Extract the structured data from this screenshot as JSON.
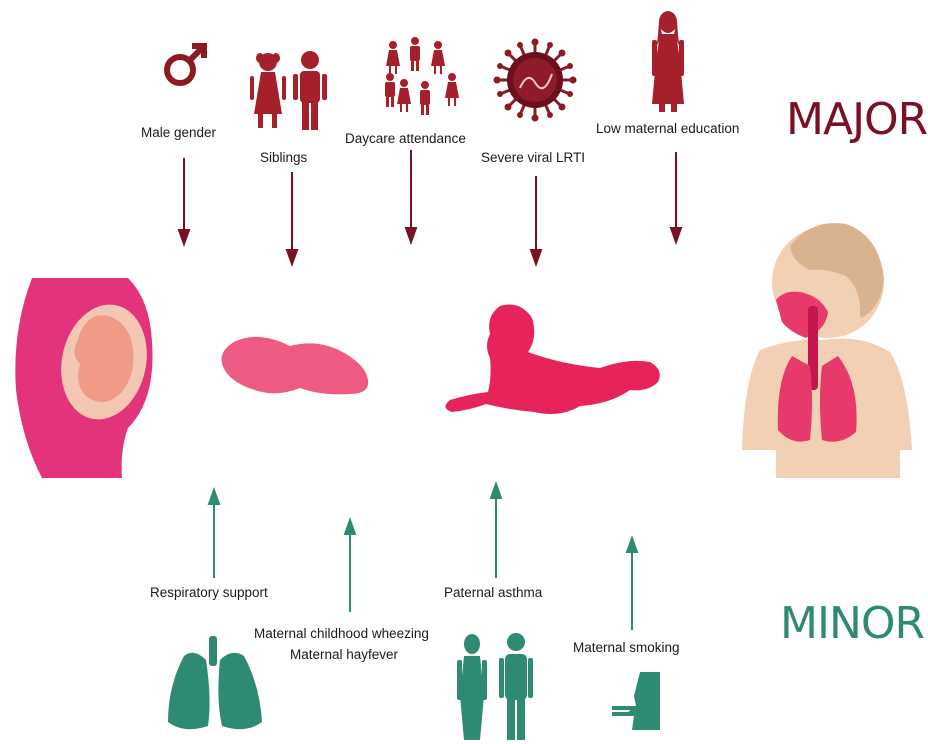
{
  "colors": {
    "major": "#7a1021",
    "minor": "#2e8a72",
    "pink": "#e01f5c",
    "skin": "#f3cfae"
  },
  "headings": {
    "major": "MAJOR",
    "minor": "MINOR"
  },
  "major_factors": [
    {
      "label": "Male gender",
      "icon": "male-symbol-icon"
    },
    {
      "label": "Siblings",
      "icon": "siblings-icon"
    },
    {
      "label": "Daycare attendance",
      "icon": "children-group-icon"
    },
    {
      "label": "Severe viral LRTI",
      "icon": "virus-icon"
    },
    {
      "label": "Low maternal education",
      "icon": "mother-icon"
    }
  ],
  "minor_factors": [
    {
      "label": "Respiratory support",
      "icon": "lungs-icon"
    },
    {
      "label": "Maternal childhood wheezing",
      "icon": null
    },
    {
      "label": "Maternal hayfever",
      "icon": null
    },
    {
      "label": "Paternal asthma",
      "icon": "parents-icon"
    },
    {
      "label": "Maternal smoking",
      "icon": "smoking-icon"
    }
  ],
  "stages": [
    "pregnancy-icon",
    "newborn-icon",
    "crawling-infant-icon",
    "child-airway-icon"
  ]
}
